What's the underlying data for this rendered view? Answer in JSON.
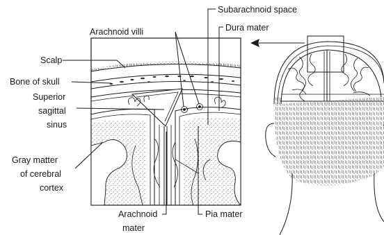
{
  "labels": {
    "subarachnoid_space": "Subarachnoid space",
    "arachnoid_villi": "Arachnoid villi",
    "dura_mater": "Dura mater",
    "scalp": "Scalp",
    "bone_of_skull": "Bone of skull",
    "superior_sagittal_sinus": [
      "Superior",
      "sagittal",
      "sinus"
    ],
    "gray_matter": [
      "Gray matter",
      "of cerebral",
      "cortex"
    ],
    "arachnoid_mater": [
      "Arachnoid",
      "mater"
    ],
    "pia_mater": "Pia mater"
  }
}
